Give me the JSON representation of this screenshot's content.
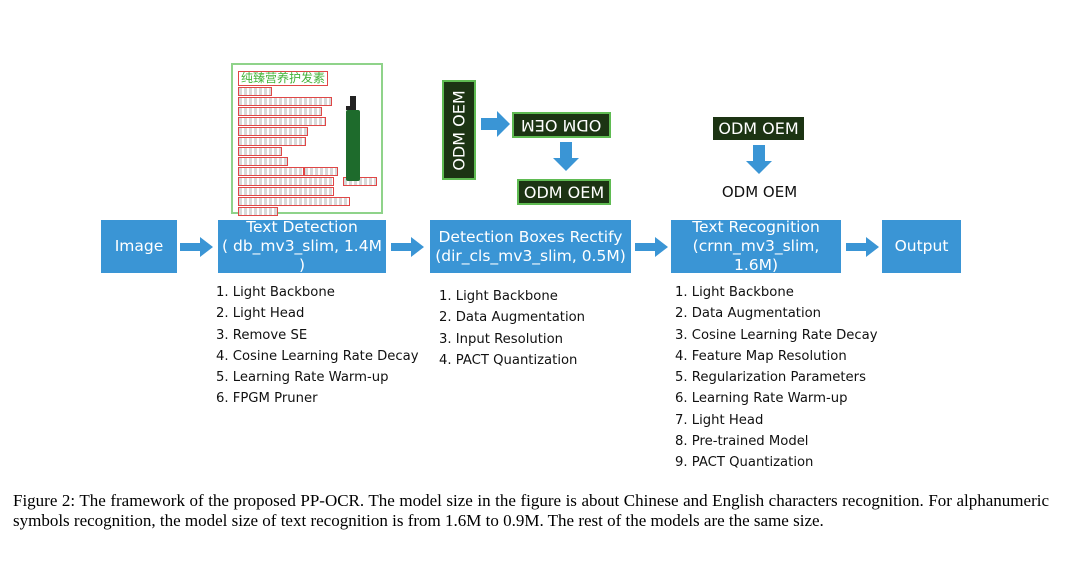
{
  "pipeline": {
    "input_label": "Image",
    "detection": {
      "title": "Text Detection",
      "model": "( db_mv3_slim, 1.4M )"
    },
    "rectify": {
      "title": "Detection Boxes Rectify",
      "model": "(dir_cls_mv3_slim, 0.5M)"
    },
    "recognition": {
      "title": "Text Recognition",
      "model": "(crnn_mv3_slim, 1.6M)"
    },
    "output_label": "Output",
    "box_color": "#3a95d5"
  },
  "lists": {
    "detection": [
      "1. Light Backbone",
      "2. Light Head",
      "3. Remove SE",
      "4. Cosine Learning Rate Decay",
      "5. Learning Rate Warm-up",
      "6. FPGM Pruner"
    ],
    "rectify": [
      "1. Light Backbone",
      "2. Data Augmentation",
      "3. Input Resolution",
      "4. PACT Quantization"
    ],
    "recognition": [
      "1. Light Backbone",
      "2. Data Augmentation",
      "3. Cosine Learning Rate Decay",
      "4. Feature Map Resolution",
      "5. Regularization Parameters",
      "6. Learning Rate Warm-up",
      "7. Light Head",
      "8. Pre-trained Model",
      "9. PACT Quantization"
    ]
  },
  "illustrations": {
    "doc_title": "纯臻营养护发素",
    "crop_text": "ODM OEM",
    "recognized_text": "ODM OEM"
  },
  "caption": "Figure 2: The framework of the proposed PP-OCR. The model size in the figure is about Chinese and English characters recognition. For alphanumeric symbols recognition, the model size of text recognition is from 1.6M to 0.9M. The rest of the models are the same size."
}
